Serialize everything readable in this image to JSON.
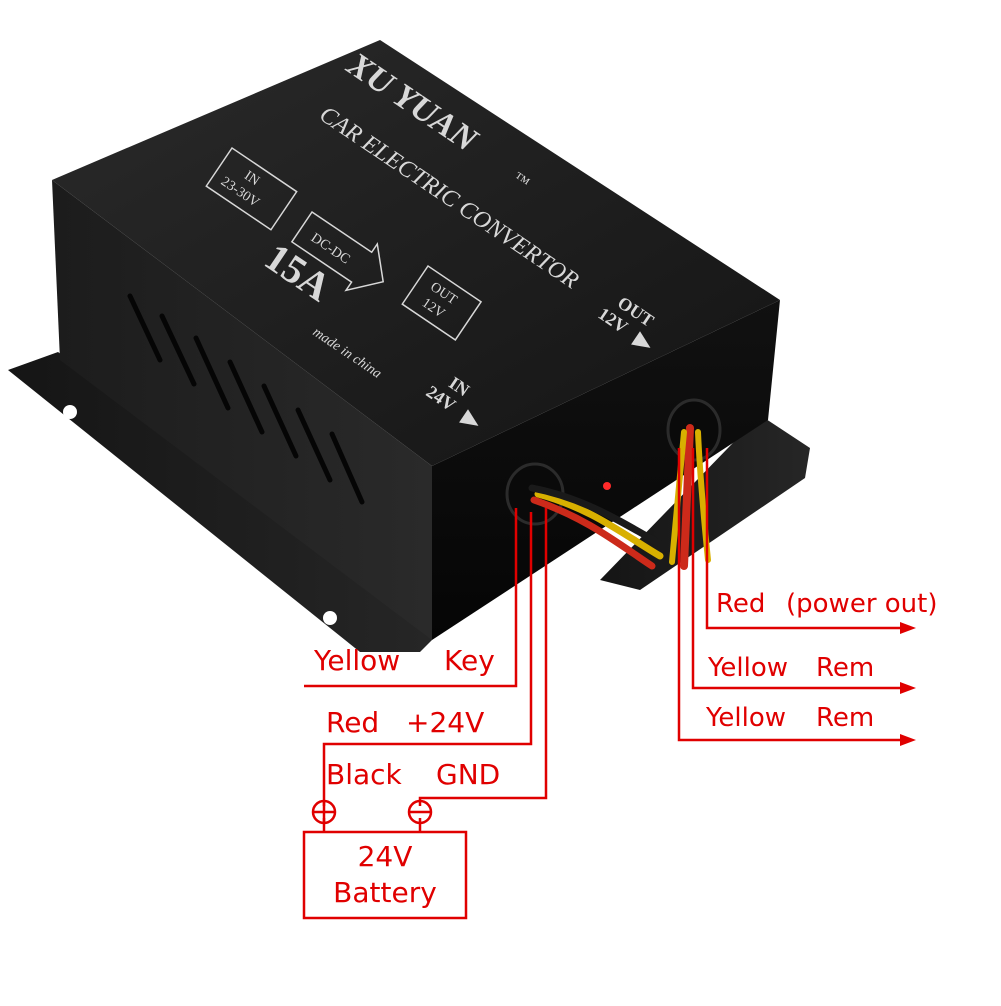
{
  "device": {
    "brand": "XU YUAN",
    "trademark": "™",
    "subtitle": "CAR ELECTRIC CONVERTOR",
    "input_box": [
      "IN",
      "23-30V"
    ],
    "module_label": "DC-DC",
    "output_box": [
      "OUT",
      "12V"
    ],
    "rating": "15A",
    "origin": "made in china",
    "port_out": [
      "OUT",
      "12V"
    ],
    "port_in": [
      "IN",
      "24V"
    ]
  },
  "wiring": {
    "left": [
      {
        "color_name": "Yellow",
        "function": "Key"
      },
      {
        "color_name": "Red",
        "function": "+24V"
      },
      {
        "color_name": "Black",
        "function": "GND"
      }
    ],
    "right": [
      {
        "color_name": "Red",
        "function": "(power out)"
      },
      {
        "color_name": "Yellow",
        "function": "Rem"
      },
      {
        "color_name": "Yellow",
        "function": "Rem"
      }
    ],
    "battery": {
      "line1": "24V",
      "line2": "Battery"
    },
    "positive_symbol": "positive-terminal-icon",
    "negative_symbol": "negative-terminal-icon",
    "annotation_color": "#e00000"
  }
}
